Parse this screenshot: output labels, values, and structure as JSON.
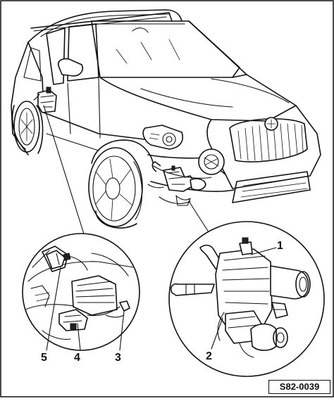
{
  "callouts": {
    "c1": "1",
    "c2": "2",
    "c3": "3",
    "c4": "4",
    "c5": "5"
  },
  "reference_code": "S82-0039",
  "colors": {
    "ink": "#111111",
    "paper": "#ffffff"
  },
  "icons": [
    "car-illustration",
    "detail-circle-left",
    "detail-circle-right"
  ]
}
